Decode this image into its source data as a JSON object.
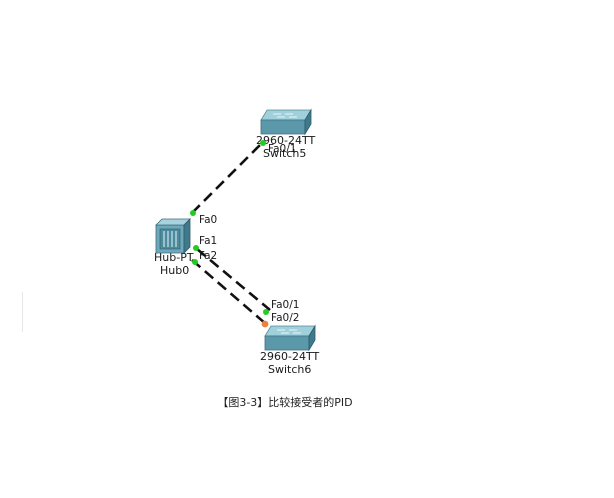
{
  "devices": {
    "hub": {
      "model": "Hub-PT",
      "name": "Hub0"
    },
    "switch5": {
      "model": "2960-24TT",
      "name": "Switch5"
    },
    "switch6": {
      "model": "2960-24TT",
      "name": "Switch6"
    }
  },
  "ports": {
    "hub_fa0": "Fa0",
    "hub_fa1": "Fa1",
    "hub_fa2": "Fa2",
    "sw5_fa01": "Fa0/1",
    "sw6_fa01": "Fa0/1",
    "sw6_fa02": "Fa0/2"
  },
  "link_status_colors": {
    "up": "#22cc22",
    "blocking": "#f08040"
  },
  "caption": "【图3-3】比较接受者的PID"
}
